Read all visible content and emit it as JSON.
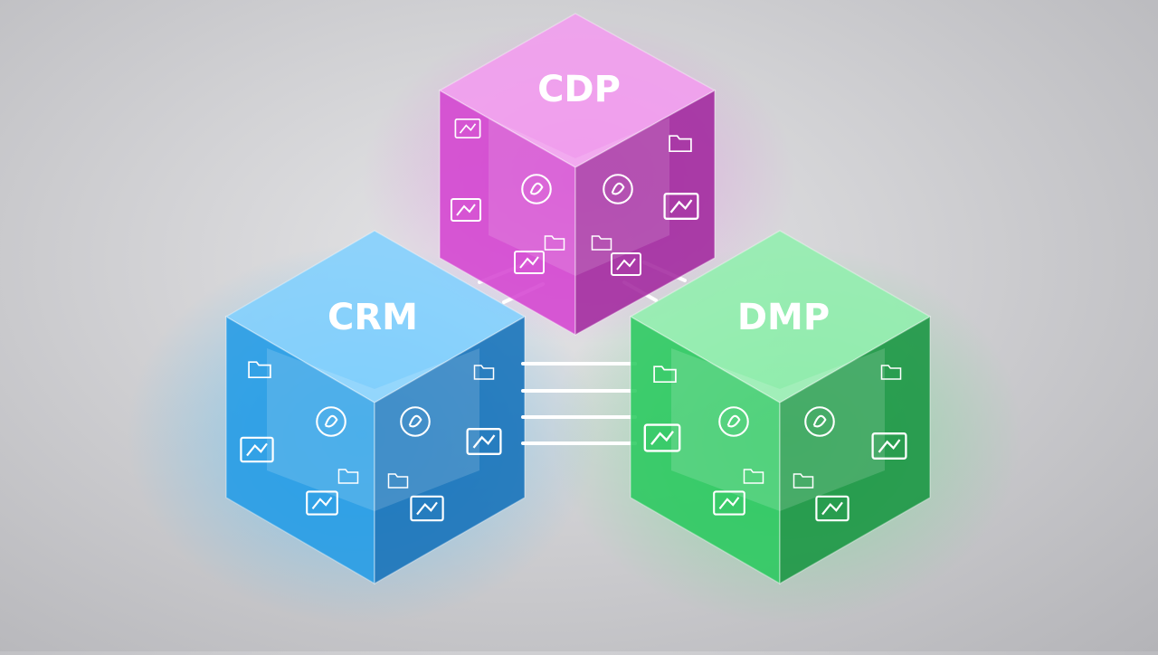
{
  "cubes": [
    {
      "id": "cdp",
      "label": "CDP",
      "color": "#d43fd0",
      "light": "#f39bf0",
      "dark": "#a0229c"
    },
    {
      "id": "crm",
      "label": "CRM",
      "color": "#1e9ae6",
      "light": "#7fd0ff",
      "dark": "#0f6fb8"
    },
    {
      "id": "dmp",
      "label": "DMP",
      "color": "#26c95c",
      "light": "#8ff0ad",
      "dark": "#13943d"
    }
  ],
  "connector_color": "#ffffff",
  "background": "#d4d4d6"
}
